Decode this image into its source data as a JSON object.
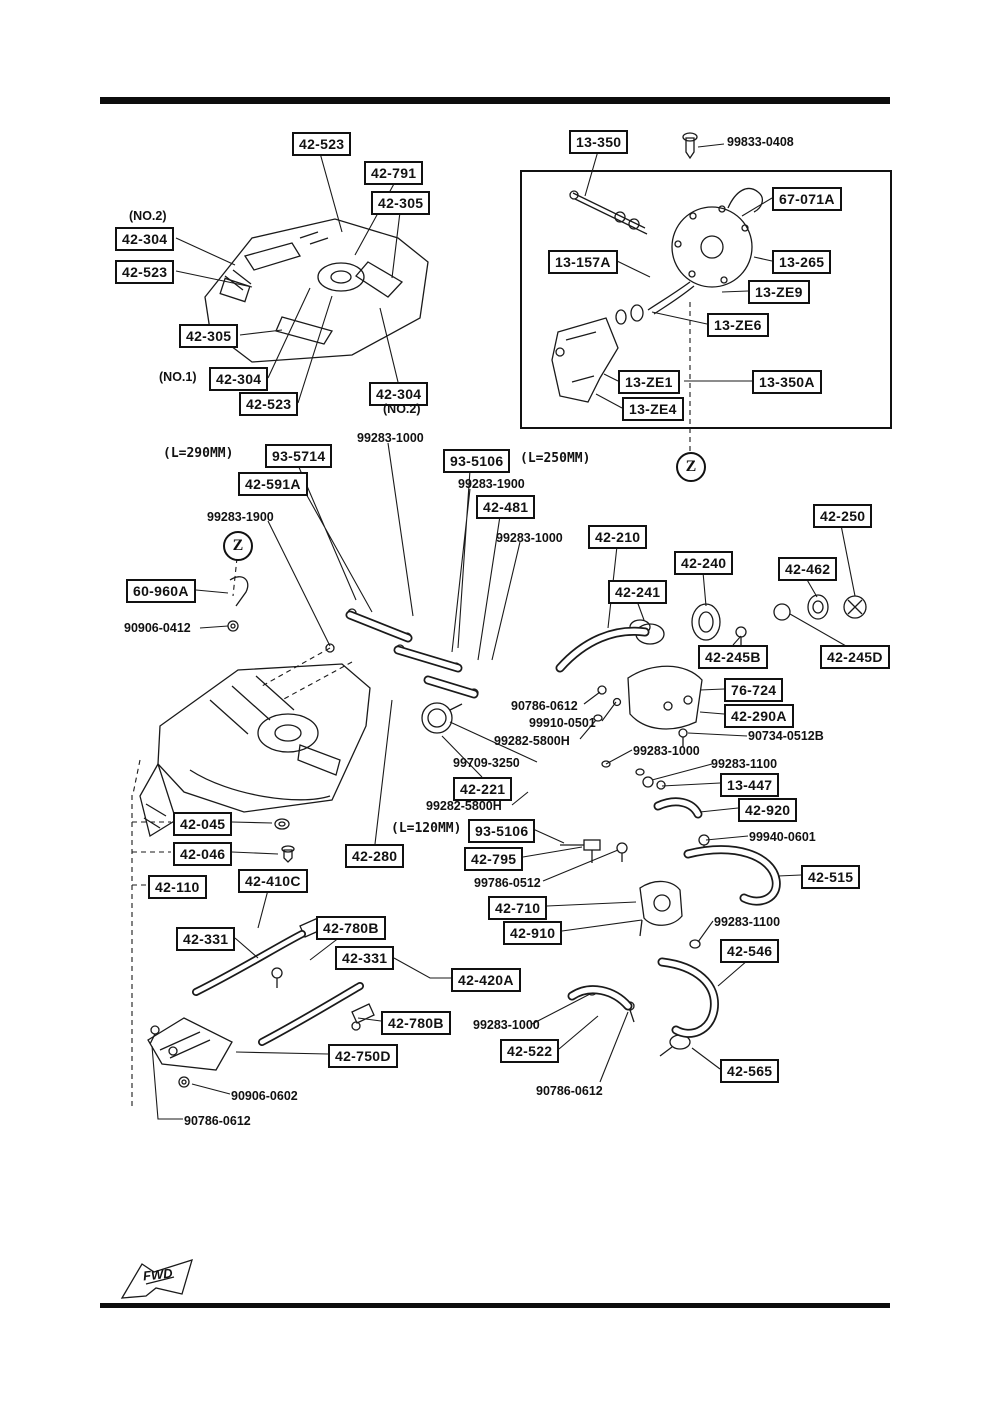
{
  "colors": {
    "ink": "#111111",
    "paper": "#ffffff"
  },
  "markers": {
    "zone": "Z",
    "fwd": "FWD"
  },
  "boxed": [
    "42-523",
    "42-791",
    "42-305",
    "42-304",
    "42-523",
    "42-305",
    "42-304",
    "42-523",
    "42-304",
    "13-350",
    "67-071A",
    "13-157A",
    "13-265",
    "13-ZE9",
    "13-ZE6",
    "13-ZE1",
    "13-350A",
    "13-ZE4",
    "93-5714",
    "93-5106",
    "42-591A",
    "42-481",
    "42-210",
    "42-250",
    "42-240",
    "42-462",
    "42-241",
    "60-960A",
    "42-245B",
    "42-245D",
    "76-724",
    "42-290A",
    "13-447",
    "42-221",
    "42-920",
    "93-5106",
    "42-045",
    "42-046",
    "42-280",
    "42-795",
    "42-515",
    "42-110",
    "42-410C",
    "42-710",
    "42-331",
    "42-780B",
    "42-910",
    "42-546",
    "42-331",
    "42-420A",
    "42-780B",
    "42-750D",
    "42-522",
    "42-565"
  ],
  "plain": [
    "(NO.2)",
    "(NO.1)",
    "(NO.2)",
    "99833-0408",
    "99283-1000",
    "(L=290MM)",
    "(L=250MM)",
    "99283-1900",
    "99283-1900",
    "99283-1000",
    "90906-0412",
    "90786-0612",
    "99910-0501",
    "90734-0512B",
    "99282-5800H",
    "99283-1000",
    "99283-1100",
    "99709-3250",
    "99282-5800H",
    "(L=120MM)",
    "99940-0601",
    "99786-0512",
    "99283-1100",
    "99283-1000",
    "90786-0612",
    "90906-0602",
    "90786-0612"
  ]
}
